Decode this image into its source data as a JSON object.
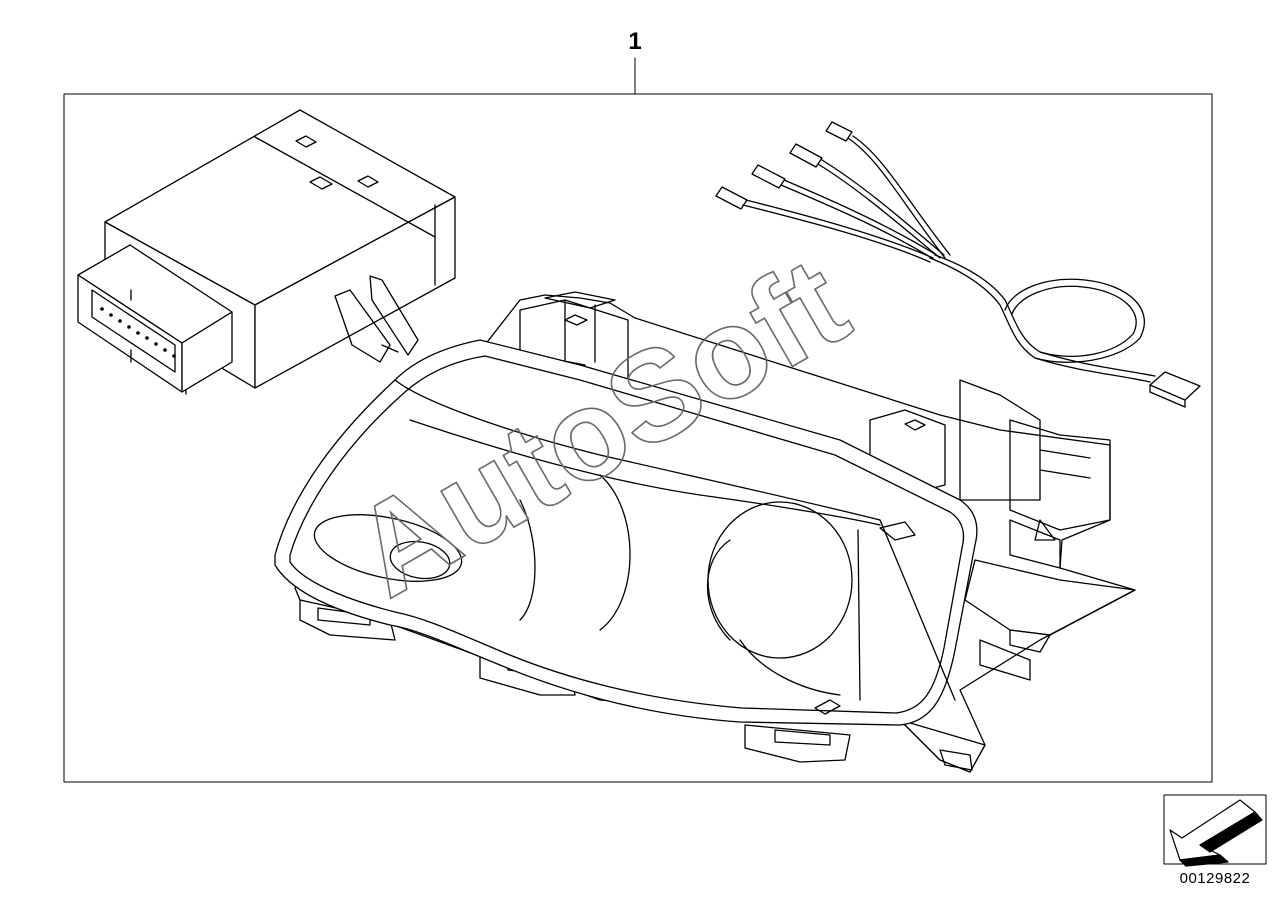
{
  "diagram": {
    "callout_number": "1",
    "document_number": "00129822",
    "watermark_text": "AutoSoft",
    "icons": [
      "control-module-icon",
      "wiring-harness-icon",
      "headlight-assembly-icon",
      "orientation-arrow-icon"
    ]
  }
}
